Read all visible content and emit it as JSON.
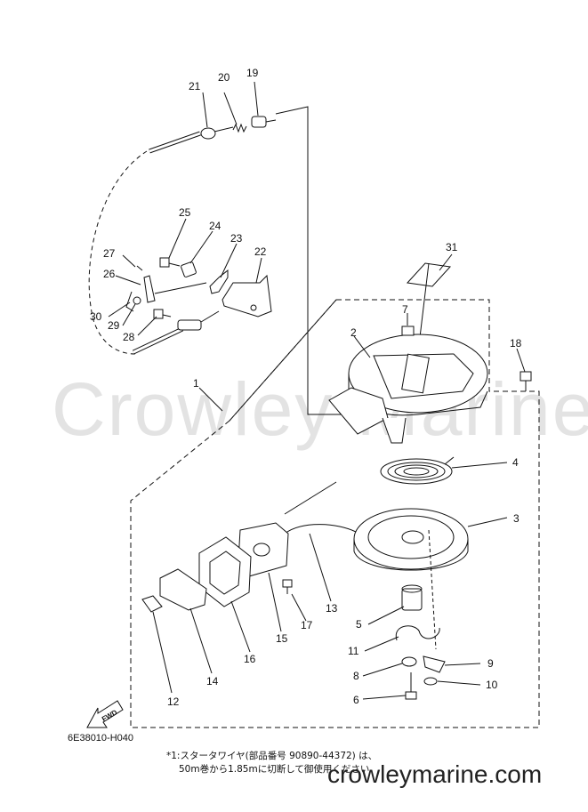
{
  "callouts": [
    {
      "id": "c1",
      "label": "1"
    },
    {
      "id": "c2",
      "label": "2"
    },
    {
      "id": "c3",
      "label": "3"
    },
    {
      "id": "c4",
      "label": "4"
    },
    {
      "id": "c5",
      "label": "5"
    },
    {
      "id": "c6",
      "label": "6"
    },
    {
      "id": "c7",
      "label": "7"
    },
    {
      "id": "c8",
      "label": "8"
    },
    {
      "id": "c9",
      "label": "9"
    },
    {
      "id": "c10",
      "label": "10"
    },
    {
      "id": "c11",
      "label": "11"
    },
    {
      "id": "c12",
      "label": "12"
    },
    {
      "id": "c13",
      "label": "13"
    },
    {
      "id": "c14",
      "label": "14"
    },
    {
      "id": "c15",
      "label": "15"
    },
    {
      "id": "c16",
      "label": "16"
    },
    {
      "id": "c17",
      "label": "17"
    },
    {
      "id": "c18",
      "label": "18"
    },
    {
      "id": "c19",
      "label": "19"
    },
    {
      "id": "c20",
      "label": "20"
    },
    {
      "id": "c21",
      "label": "21"
    },
    {
      "id": "c22",
      "label": "22"
    },
    {
      "id": "c23",
      "label": "23"
    },
    {
      "id": "c24",
      "label": "24"
    },
    {
      "id": "c25",
      "label": "25"
    },
    {
      "id": "c26",
      "label": "26"
    },
    {
      "id": "c27",
      "label": "27"
    },
    {
      "id": "c28",
      "label": "28"
    },
    {
      "id": "c29",
      "label": "29"
    },
    {
      "id": "c30",
      "label": "30"
    },
    {
      "id": "c31",
      "label": "31"
    }
  ],
  "fwd_label": "FWD",
  "diagram_code": "6E38010-H040",
  "note_line1": "*1:スタータワイヤ(部品番号 90890-44372) は、",
  "note_line2": "50m巻から1.85mに切断して御使用ください",
  "watermark": "Crowley Marine",
  "site_url": "crowleymarine.com"
}
